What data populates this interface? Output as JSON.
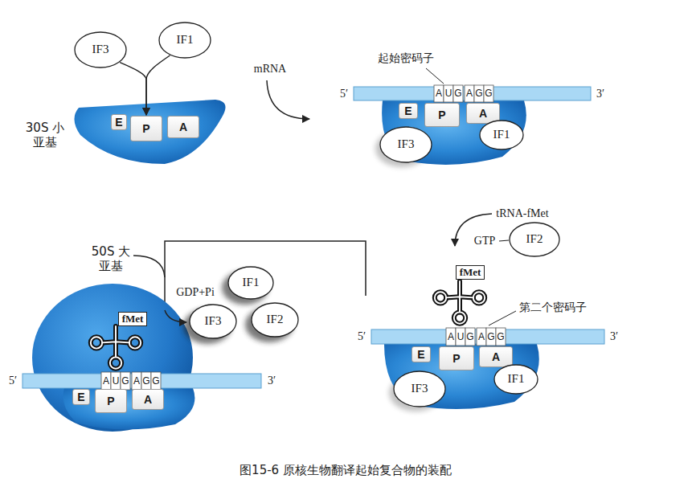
{
  "diagram": {
    "caption": "图15-6 原核生物翻译起始复合物的装配",
    "nodes": [
      {
        "text": [
          "IF3"
        ]
      },
      {
        "text": [
          "IF1"
        ]
      },
      {
        "text": [
          "E"
        ]
      },
      {
        "text": [
          "P"
        ]
      },
      {
        "text": [
          "A"
        ]
      },
      {
        "text": [
          "E"
        ]
      },
      {
        "text": [
          "P"
        ]
      },
      {
        "text": [
          "A"
        ]
      },
      {
        "text": [
          "IF1"
        ]
      },
      {
        "text": [
          "IF3"
        ]
      },
      {
        "text": [
          "IF2"
        ]
      },
      {
        "text": [
          "fMet"
        ]
      },
      {
        "text": [
          "E"
        ]
      },
      {
        "text": [
          "P"
        ]
      },
      {
        "text": [
          "A"
        ]
      },
      {
        "text": [
          "IF1"
        ]
      },
      {
        "text": [
          "IF3"
        ]
      },
      {
        "text": [
          "IF1"
        ]
      },
      {
        "text": [
          "IF3"
        ]
      },
      {
        "text": [
          "IF2"
        ]
      },
      {
        "text": [
          "fMet"
        ]
      },
      {
        "text": [
          "E"
        ]
      },
      {
        "text": [
          "P"
        ]
      },
      {
        "text": [
          "A"
        ]
      }
    ],
    "edges": [
      {
        "from": 0,
        "to": 3,
        "arrow": "to"
      },
      {
        "from": 1,
        "to": 3,
        "arrow": "to"
      }
    ],
    "labels": [
      "30S 小亚基",
      "mRNA",
      "起始密码子",
      "5′",
      "A",
      "U",
      "G",
      "A",
      "G",
      "G",
      "3′",
      "tRNA-fMet",
      "GTP",
      "第二个密码子",
      "5′",
      "A",
      "U",
      "G",
      "A",
      "G",
      "G",
      "3′",
      "50S 大亚基",
      "GDP+Pi",
      "5′",
      "A",
      "U",
      "G",
      "A",
      "G",
      "G",
      "3′"
    ]
  }
}
